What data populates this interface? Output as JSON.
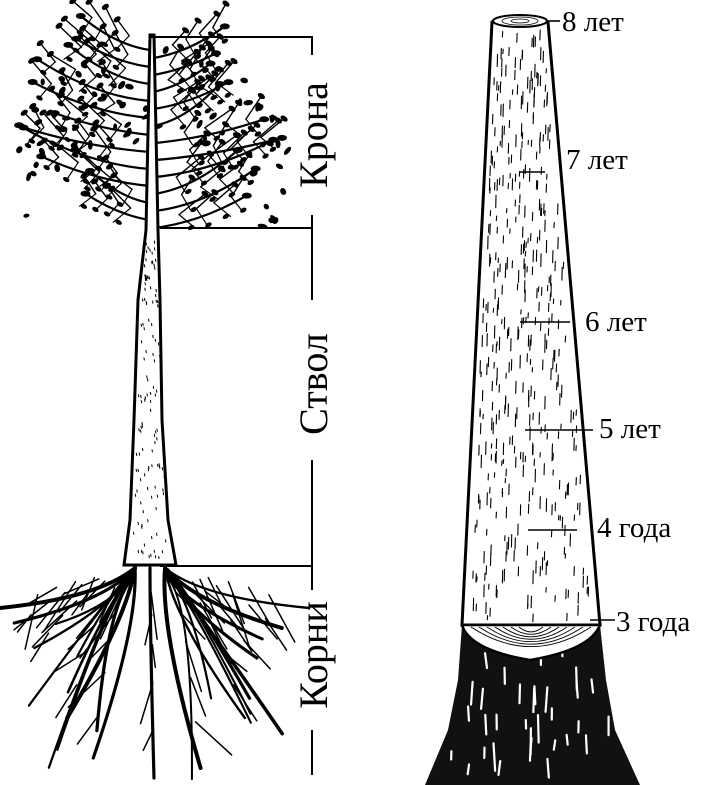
{
  "tree_parts": {
    "crown": "Крона",
    "trunk": "Ствол",
    "roots": "Корни"
  },
  "trunk_ages": [
    {
      "label": "8 лет"
    },
    {
      "label": "7 лет"
    },
    {
      "label": "6 лет"
    },
    {
      "label": "5 лет"
    },
    {
      "label": "4 года"
    },
    {
      "label": "3 года"
    }
  ]
}
